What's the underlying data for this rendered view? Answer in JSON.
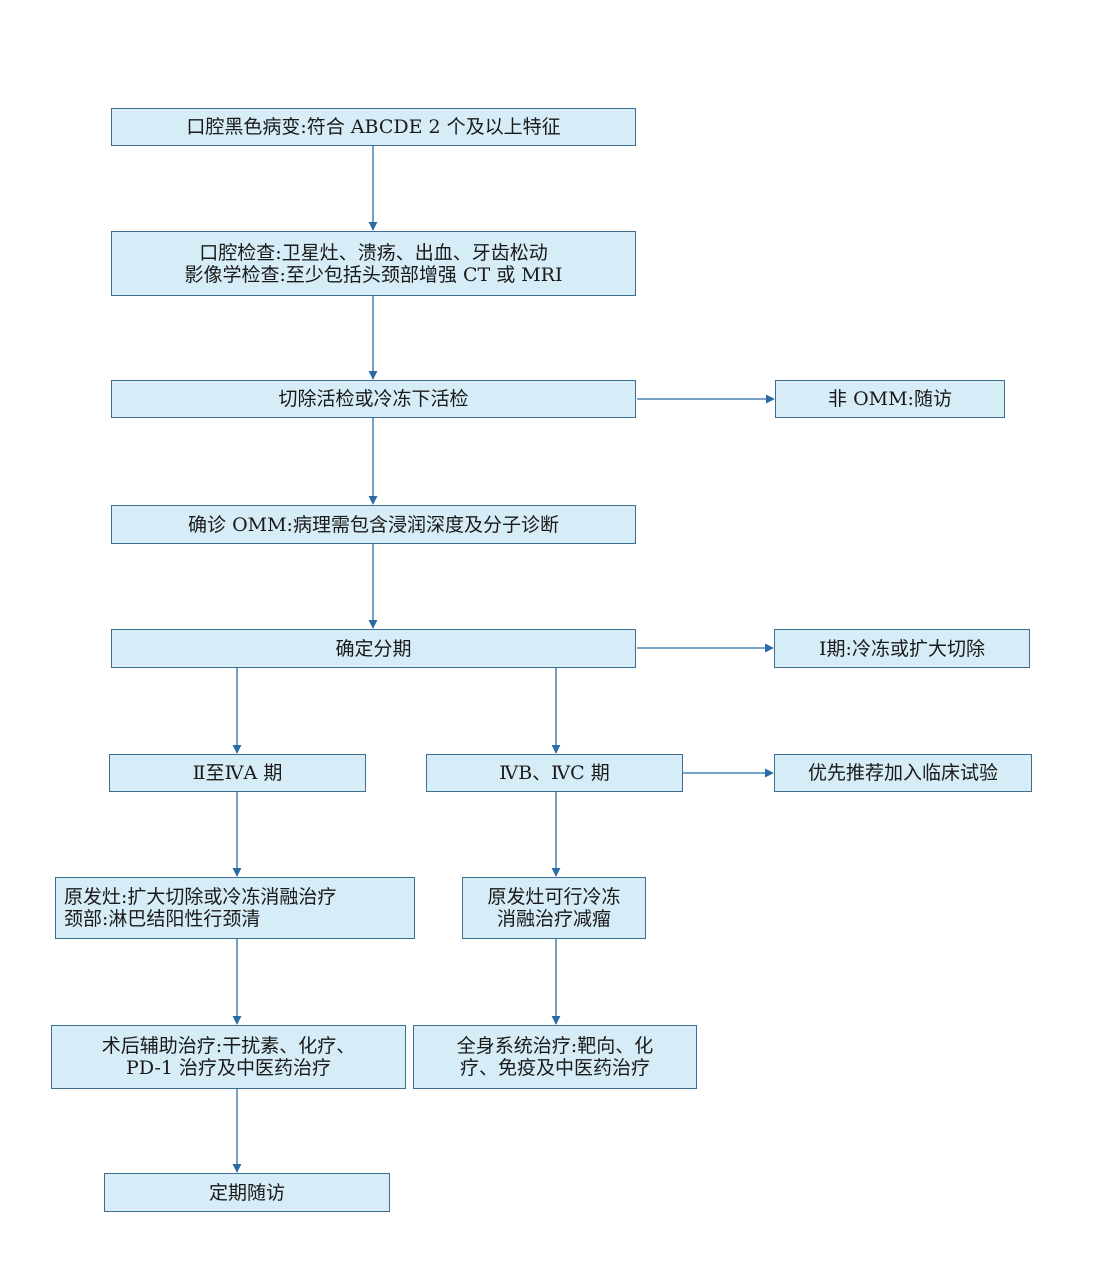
{
  "colors": {
    "box_fill": "#d6ecf7",
    "box_border": "#3d6d8f",
    "arrow": "#2a6ca8"
  },
  "nodes": {
    "lesion": {
      "lines": [
        "口腔黑色病变:符合 ABCDE 2 个及以上特征"
      ]
    },
    "exam": {
      "lines": [
        "口腔检查:卫星灶、溃疡、出血、牙齿松动",
        "影像学检查:至少包括头颈部增强 CT 或 MRI"
      ]
    },
    "biopsy": {
      "lines": [
        "切除活检或冷冻下活检"
      ]
    },
    "non_omm": {
      "lines": [
        "非 OMM:随访"
      ]
    },
    "diagnosis": {
      "lines": [
        "确诊 OMM:病理需包含浸润深度及分子诊断"
      ]
    },
    "staging": {
      "lines": [
        "确定分期"
      ]
    },
    "stage1": {
      "lines": [
        "Ⅰ期:冷冻或扩大切除"
      ]
    },
    "stage2_4a": {
      "lines": [
        "Ⅱ至ⅣA 期"
      ]
    },
    "stage4b_4c": {
      "lines": [
        "ⅣB、ⅣC 期"
      ]
    },
    "clinical_trial": {
      "lines": [
        "优先推荐加入临床试验"
      ]
    },
    "primary_left": {
      "lines": [
        "原发灶:扩大切除或冷冻消融治疗",
        "颈部:淋巴结阳性行颈清"
      ]
    },
    "primary_right": {
      "lines": [
        "原发灶可行冷冻",
        "消融治疗减瘤"
      ]
    },
    "adjuvant": {
      "lines": [
        "术后辅助治疗:干扰素、化疗、",
        "PD-1 治疗及中医药治疗"
      ]
    },
    "systemic": {
      "lines": [
        "全身系统治疗:靶向、化",
        "疗、免疫及中医药治疗"
      ]
    },
    "followup": {
      "lines": [
        "定期随访"
      ]
    }
  }
}
